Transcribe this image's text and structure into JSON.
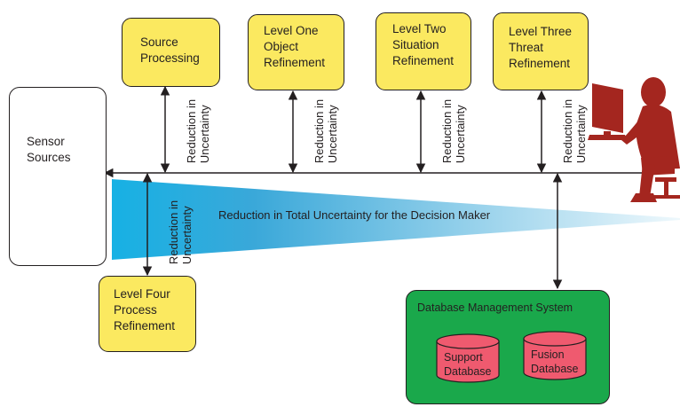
{
  "boxes": {
    "source": [
      "Source",
      "Processing"
    ],
    "level1": [
      "Level One",
      "Object",
      "Refinement"
    ],
    "level2": [
      "Level Two",
      "Situation",
      "Refinement"
    ],
    "level3": [
      "Level Three",
      "Threat",
      "Refinement"
    ],
    "level4": [
      "Level Four",
      "Process",
      "Refinement"
    ]
  },
  "sensor": [
    "Sensor",
    "Sources"
  ],
  "uncertainty_label": [
    "Reduction in",
    "Uncertainty"
  ],
  "total_uncertainty_label": "Reduction in Total Uncertainty for the Decision Maker",
  "dbms": {
    "title": "Database Management System",
    "support_db": [
      "Support",
      "Database"
    ],
    "fusion_db": [
      "Fusion",
      "Database"
    ]
  },
  "colors": {
    "box_fill": "#fbe960",
    "wedge_start": "#1badd9",
    "wedge_end": "#e9f6fb",
    "dbms_fill": "#1aa84b",
    "cylinder_fill": "#ef5a6f",
    "person": "#a4261f"
  },
  "icons": [
    "decision-maker-at-computer-icon",
    "database-cylinder-icon"
  ]
}
